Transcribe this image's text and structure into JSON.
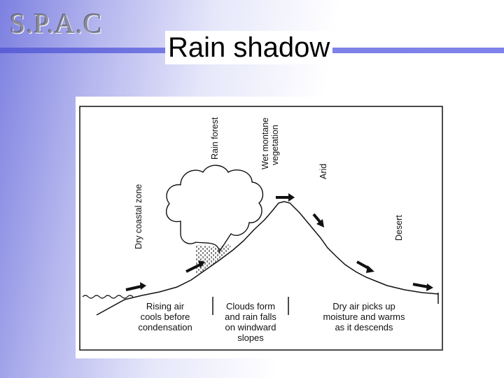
{
  "logo": {
    "text": "S.P.A.C"
  },
  "title": "Rain shadow",
  "diagram": {
    "zone_labels": {
      "dry_coastal": "Dry coastal zone",
      "rain_forest": "Rain forest",
      "wet_montane_1": "Wet montane",
      "wet_montane_2": "vegetation",
      "arid": "Arid",
      "desert": "Desert"
    },
    "captions": {
      "rising": [
        "Rising air",
        "cools before",
        "condensation"
      ],
      "clouds": [
        "Clouds form",
        "and rain falls",
        "on windward",
        "slopes"
      ],
      "dry": [
        "Dry air picks up",
        "moisture and warms",
        "as it descends"
      ]
    },
    "colors": {
      "ink": "#111111",
      "bar": "#6c70e4"
    }
  }
}
